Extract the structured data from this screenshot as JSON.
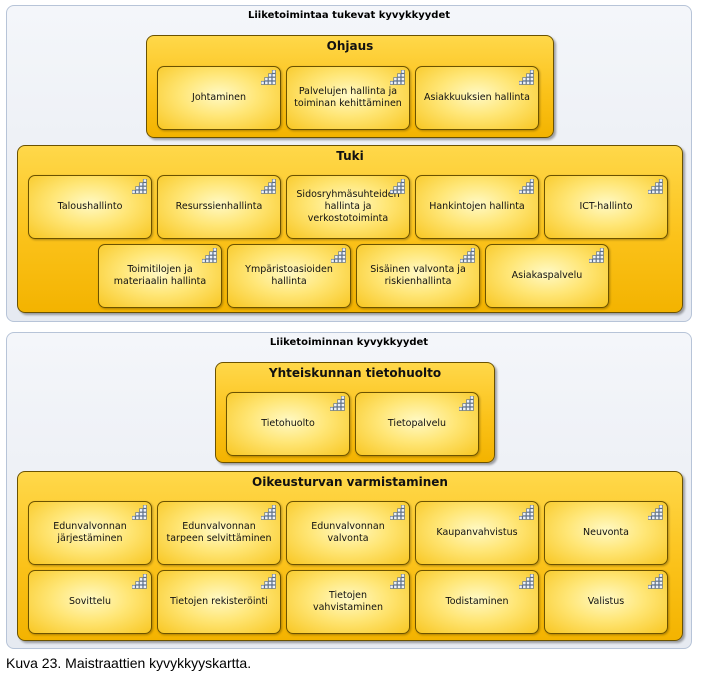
{
  "top_panel": {
    "title": "Liiketoimintaa tukevat kyvykkyydet",
    "groups": [
      {
        "title": "Ohjaus",
        "items": [
          "Johtaminen",
          "Palvelujen hallinta ja toiminan kehittäminen",
          "Asiakkuuksien hallinta"
        ]
      },
      {
        "title": "Tuki",
        "items": [
          "Taloushallinto",
          "Resurssienhallinta",
          "Sidosryhmäsuhteiden hallinta ja verkostotoiminta",
          "Hankintojen hallinta",
          "ICT-hallinto",
          "Toimitilojen ja materiaalin hallinta",
          "Ympäristoasioiden hallinta",
          "Sisäinen valvonta ja riskienhallinta",
          "Asiakaspalvelu"
        ]
      }
    ]
  },
  "bottom_panel": {
    "title": "Liiketoiminnan kyvykkyydet",
    "groups": [
      {
        "title": "Yhteiskunnan tietohuolto",
        "items": [
          "Tietohuolto",
          "Tietopalvelu"
        ]
      },
      {
        "title": "Oikeusturvan varmistaminen",
        "items": [
          "Edunvalvonnan järjestäminen",
          "Edunvalvonnan tarpeen selvittäminen",
          "Edunvalvonnan valvonta",
          "Kaupanvahvistus",
          "Neuvonta",
          "Sovittelu",
          "Tietojen rekisteröinti",
          "Tietojen vahvistaminen",
          "Todistaminen",
          "Valistus"
        ]
      }
    ]
  },
  "icon": "capability-icon",
  "caption": "Kuva 23. Maistraattien kyvykkyyskartta."
}
